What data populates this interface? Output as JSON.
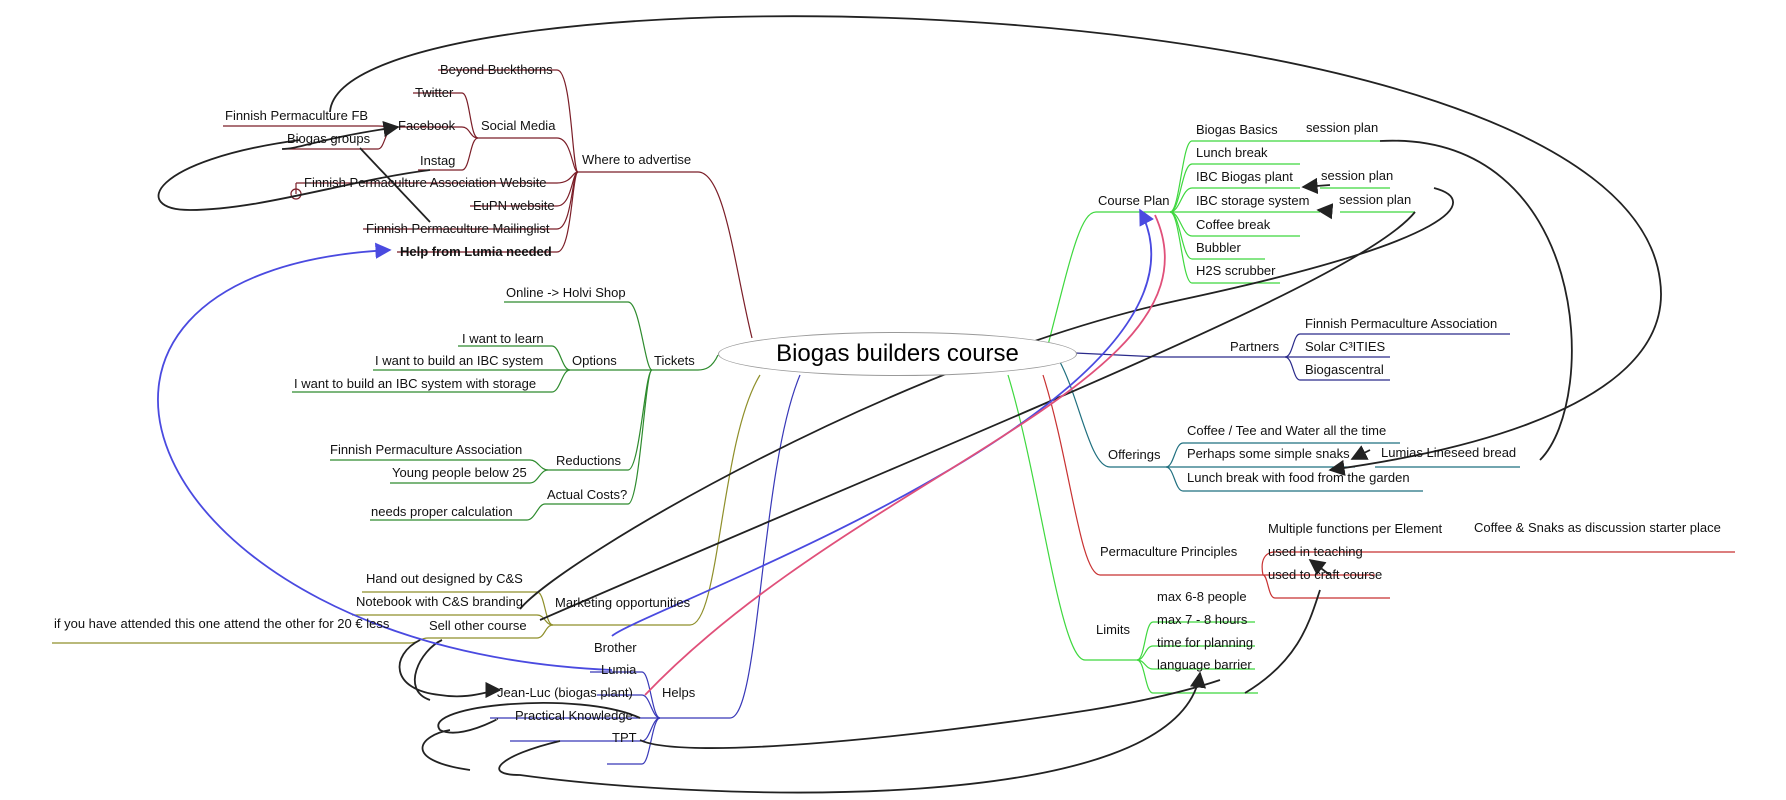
{
  "title": "Biogas builders course",
  "branches": {
    "where_to_advertise": {
      "label": "Where to advertise",
      "items": {
        "beyond_buckthorns": "Beyond Buckthorns",
        "social_media": "Social Media",
        "twitter": "Twitter",
        "facebook": "Facebook",
        "instag": "Instag",
        "finnish_permaculture_fb": "Finnish Permaculture FB",
        "biogas_groups": "Biogas groups",
        "fpa_website": "Finnish Permaculture Association Website",
        "eupn_website": "EuPN website",
        "fp_mailinglist": "Finnish Permaculture Mailinglist",
        "help_from_lumia": "Help from Lumia needed"
      }
    },
    "tickets": {
      "label": "Tickets",
      "items": {
        "online_holvi": "Online -> Holvi Shop",
        "options": "Options",
        "want_to_learn": "I want to learn",
        "build_ibc": "I want to build an IBC system",
        "build_ibc_storage": "I want to build an IBC system with storage",
        "reductions": "Reductions",
        "fpa": "Finnish Permaculture Association",
        "young_people": "Young people below 25",
        "actual_costs": "Actual Costs?",
        "proper_calculation": "needs proper calculation"
      }
    },
    "marketing": {
      "label": "Marketing opportunities",
      "items": {
        "hand_out": "Hand out designed by C&S",
        "notebook": "Notebook with C&S branding",
        "sell_other": "Sell other course",
        "attend_other": "if you have attended this one attend the other for 20 € less"
      }
    },
    "helps": {
      "label": "Helps",
      "items": {
        "brother": "Brother",
        "lumia": "Lumia",
        "jean_luc": "Jean-Luc (biogas plant)",
        "practical": "Practical Knowledge",
        "tpt": "TPT"
      }
    },
    "course_plan": {
      "label": "Course Plan",
      "items": {
        "biogas_basics": "Biogas Basics",
        "lunch_break": "Lunch break",
        "ibc_plant": "IBC Biogas plant",
        "ibc_storage": "IBC storage system",
        "coffee_break": "Coffee break",
        "bubbler": "Bubbler",
        "h2s": "H2S scrubber",
        "session_plan_1": "session plan",
        "session_plan_2": "session plan",
        "session_plan_3": "session plan"
      }
    },
    "partners": {
      "label": "Partners",
      "items": {
        "fpa": "Finnish Permaculture Association",
        "solar_cities": "Solar C³ITIES",
        "biogascentral": "Biogascentral"
      }
    },
    "offerings": {
      "label": "Offerings",
      "items": {
        "coffee_tee": "Coffee / Tee and Water all the time",
        "snaks": "Perhaps some simple snaks",
        "lumias_bread": "Lumias Lineseed bread",
        "lunch_garden": "Lunch break with food from the garden"
      }
    },
    "permaculture": {
      "label": "Permaculture Principles",
      "items": {
        "multiple_functions": "Multiple functions per Element",
        "coffee_snaks": "Coffee & Snaks as discussion starter place",
        "used_teaching": "used in teaching",
        "used_craft": "used to craft course"
      }
    },
    "limits": {
      "label": "Limits",
      "items": {
        "max_people": "max 6-8 people",
        "max_hours": "max 7 - 8 hours",
        "planning": "time for planning",
        "language": "language barrier"
      }
    }
  },
  "colors": {
    "advertise": "#7b1e28",
    "tickets": "#2e8b2e",
    "marketing": "#8f8f2a",
    "helps": "#3838b8",
    "course_plan": "#3fd83f",
    "partners": "#2a2a8a",
    "offerings": "#1f6f7f",
    "permaculture": "#c83232",
    "limits": "#3fd83f",
    "relation": "#222222",
    "relation_blue": "#4a4ae0",
    "relation_pink": "#e0507a"
  }
}
